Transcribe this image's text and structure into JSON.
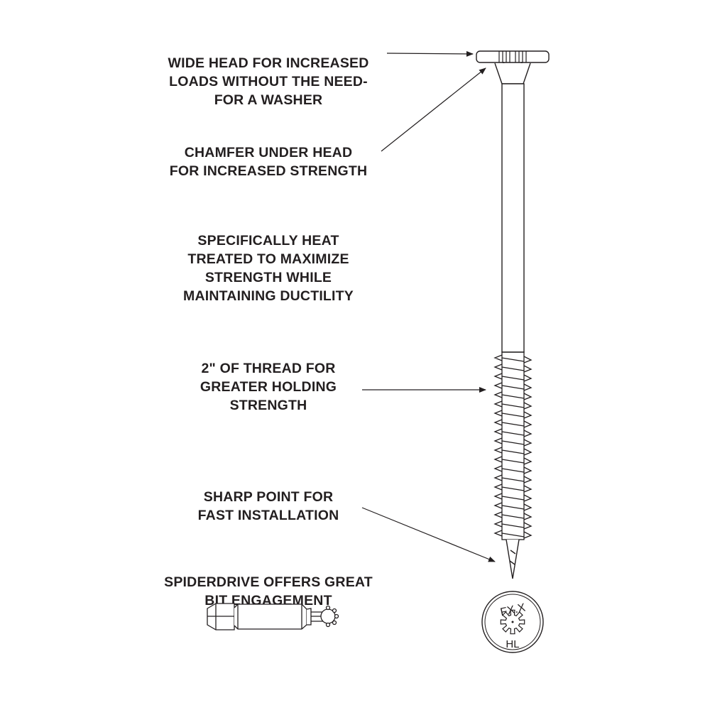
{
  "callouts": [
    {
      "lines": [
        "WIDE HEAD FOR INCREASED",
        "LOADS WITHOUT THE NEED-",
        "FOR A WASHER"
      ]
    },
    {
      "lines": [
        "CHAMFER UNDER HEAD",
        "FOR INCREASED STRENGTH"
      ]
    },
    {
      "lines": [
        "SPECIFICALLY HEAT",
        "TREATED TO MAXIMIZE",
        "STRENGTH WHILE",
        "MAINTAINING DUCTILITY"
      ]
    },
    {
      "lines": [
        "2\" OF THREAD FOR",
        "GREATER HOLDING",
        "STRENGTH"
      ]
    },
    {
      "lines": [
        "SHARP POINT FOR",
        "FAST INSTALLATION"
      ]
    },
    {
      "lines": [
        "SPIDERDRIVE OFFERS GREAT",
        "BIT ENGAGEMENT"
      ]
    }
  ],
  "head_marking": {
    "top": "FX.X",
    "bottom": "HL"
  },
  "colors": {
    "ink": "#231f20",
    "background": "#ffffff"
  }
}
